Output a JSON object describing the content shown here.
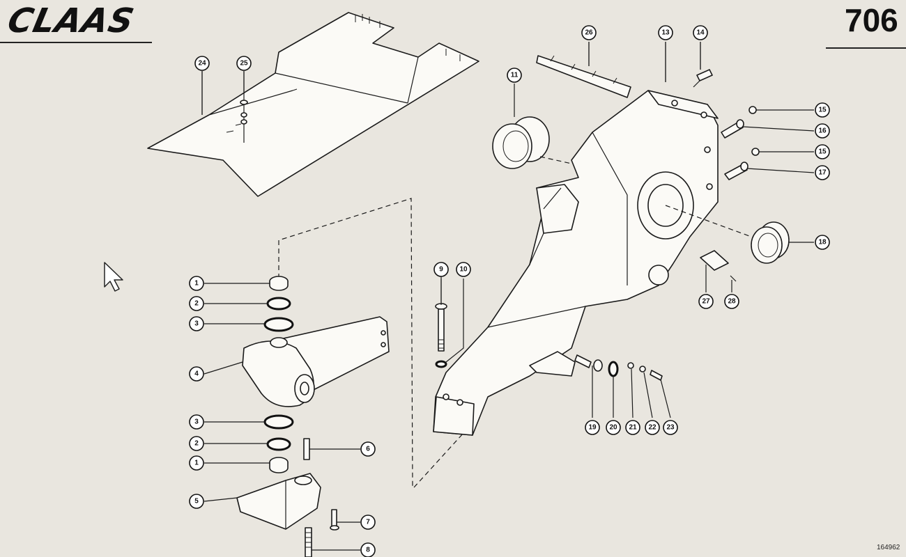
{
  "header": {
    "brand": "CLAAS",
    "page_number": "706"
  },
  "footer": {
    "reference": "164962"
  },
  "callouts": [
    {
      "id": "c1a",
      "label": "1"
    },
    {
      "id": "c2a",
      "label": "2"
    },
    {
      "id": "c3a",
      "label": "3"
    },
    {
      "id": "c4",
      "label": "4"
    },
    {
      "id": "c3b",
      "label": "3"
    },
    {
      "id": "c2b",
      "label": "2"
    },
    {
      "id": "c1b",
      "label": "1"
    },
    {
      "id": "c5",
      "label": "5"
    },
    {
      "id": "c6",
      "label": "6"
    },
    {
      "id": "c7",
      "label": "7"
    },
    {
      "id": "c8",
      "label": "8"
    },
    {
      "id": "c9",
      "label": "9"
    },
    {
      "id": "c10",
      "label": "10"
    },
    {
      "id": "c11",
      "label": "11"
    },
    {
      "id": "c13",
      "label": "13"
    },
    {
      "id": "c14",
      "label": "14"
    },
    {
      "id": "c15a",
      "label": "15"
    },
    {
      "id": "c16",
      "label": "16"
    },
    {
      "id": "c15b",
      "label": "15"
    },
    {
      "id": "c17",
      "label": "17"
    },
    {
      "id": "c18",
      "label": "18"
    },
    {
      "id": "c19",
      "label": "19"
    },
    {
      "id": "c20",
      "label": "20"
    },
    {
      "id": "c21",
      "label": "21"
    },
    {
      "id": "c22",
      "label": "22"
    },
    {
      "id": "c23",
      "label": "23"
    },
    {
      "id": "c24",
      "label": "24"
    },
    {
      "id": "c25",
      "label": "25"
    },
    {
      "id": "c26",
      "label": "26"
    },
    {
      "id": "c27",
      "label": "27"
    },
    {
      "id": "c28",
      "label": "28"
    }
  ]
}
